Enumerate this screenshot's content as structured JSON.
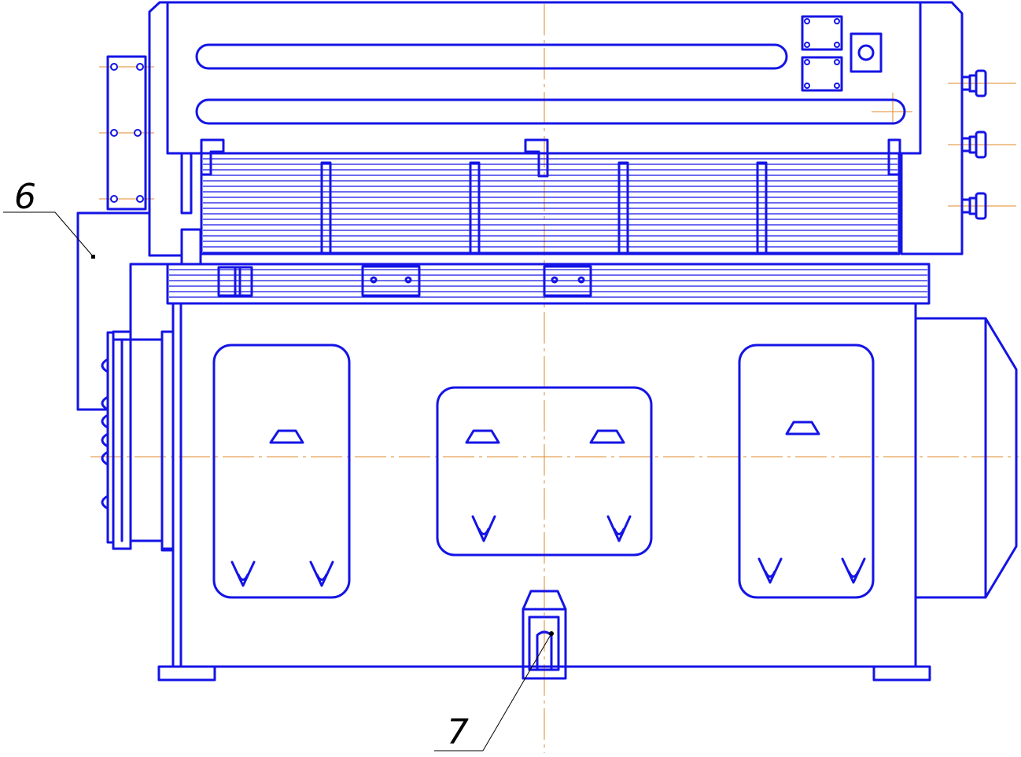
{
  "colors": {
    "outline": "#1414e6",
    "centerline": "#e08a2a",
    "leader": "#000000",
    "background": "#ffffff"
  },
  "callouts": [
    {
      "id": "6",
      "label": "6"
    },
    {
      "id": "7",
      "label": "7"
    }
  ]
}
